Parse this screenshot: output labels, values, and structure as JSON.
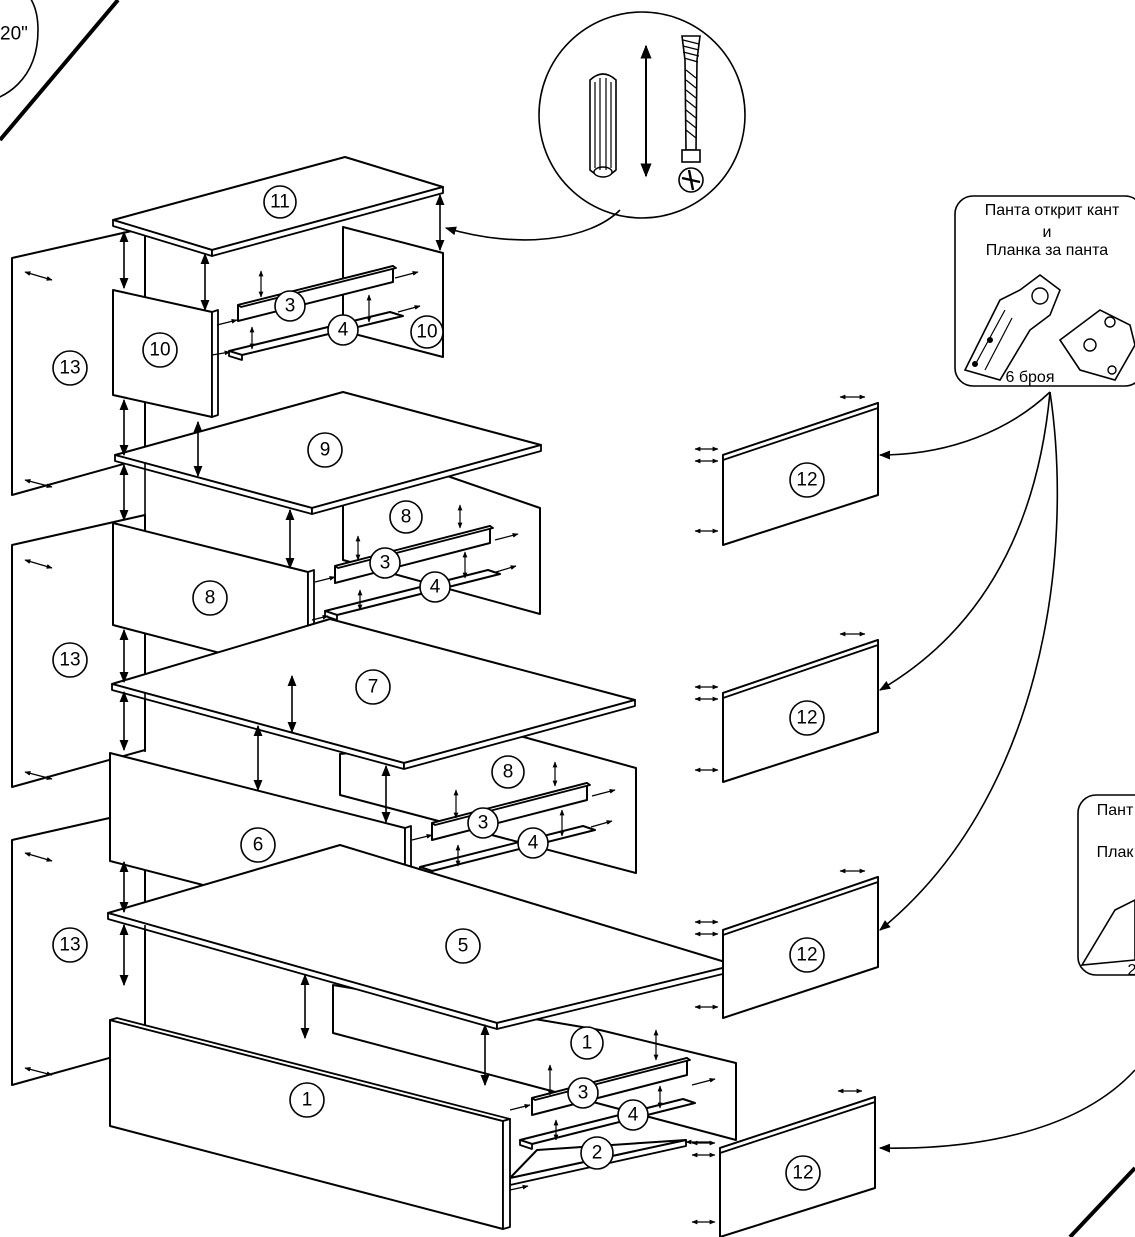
{
  "diagram": {
    "part_labels": {
      "p1_front": "1",
      "p1_back": "1",
      "p2": "2",
      "p3_a": "3",
      "p3_b": "3",
      "p3_c": "3",
      "p3_d": "3",
      "p4_a": "4",
      "p4_b": "4",
      "p4_c": "4",
      "p4_d": "4",
      "p5": "5",
      "p6": "6",
      "p7": "7",
      "p8_front": "8",
      "p8_back_a": "8",
      "p8_back_b": "8",
      "p9": "9",
      "p10_front": "10",
      "p10_back": "10",
      "p11": "11",
      "p12_a": "12",
      "p12_b": "12",
      "p12_c": "12",
      "p12_d": "12",
      "p13_a": "13",
      "p13_b": "13",
      "p13_c": "13"
    },
    "corner_badge": "20\"",
    "callout_hinge_main": {
      "line1": "Панта открит кант",
      "line2": "и",
      "line3": "Планка за панта",
      "qty": "6 броя"
    },
    "callout_hinge_partial": {
      "line1": "Пант",
      "line2": "Плак",
      "qty": "2"
    }
  }
}
